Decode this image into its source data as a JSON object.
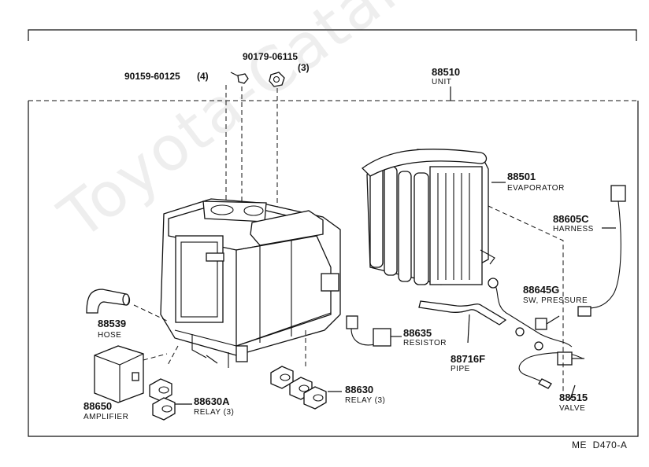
{
  "watermark": "Toyota-Catalog.ru",
  "diagram_code": "ME  D470-A",
  "parts": {
    "bolt": {
      "number": "90159-60125",
      "qty": "(4)"
    },
    "nut": {
      "number": "90179-06115",
      "qty": "(3)"
    },
    "unit": {
      "number": "88510",
      "name": "UNIT"
    },
    "evaporator": {
      "number": "88501",
      "name": "EVAPORATOR"
    },
    "harness": {
      "number": "88605C",
      "name": "HARNESS"
    },
    "pressure_switch": {
      "number": "88645G",
      "name": "SW, PRESSURE"
    },
    "hose": {
      "number": "88539",
      "name": "HOSE"
    },
    "resistor": {
      "number": "88635",
      "name": "RESISTOR"
    },
    "pipe": {
      "number": "88716F",
      "name": "PIPE"
    },
    "amplifier": {
      "number": "88650",
      "name": "AMPLIFIER"
    },
    "relay_a": {
      "number": "88630A",
      "name": "RELAY (3)"
    },
    "relay": {
      "number": "88630",
      "name": "RELAY (3)"
    },
    "valve": {
      "number": "88515",
      "name": "VALVE"
    }
  }
}
